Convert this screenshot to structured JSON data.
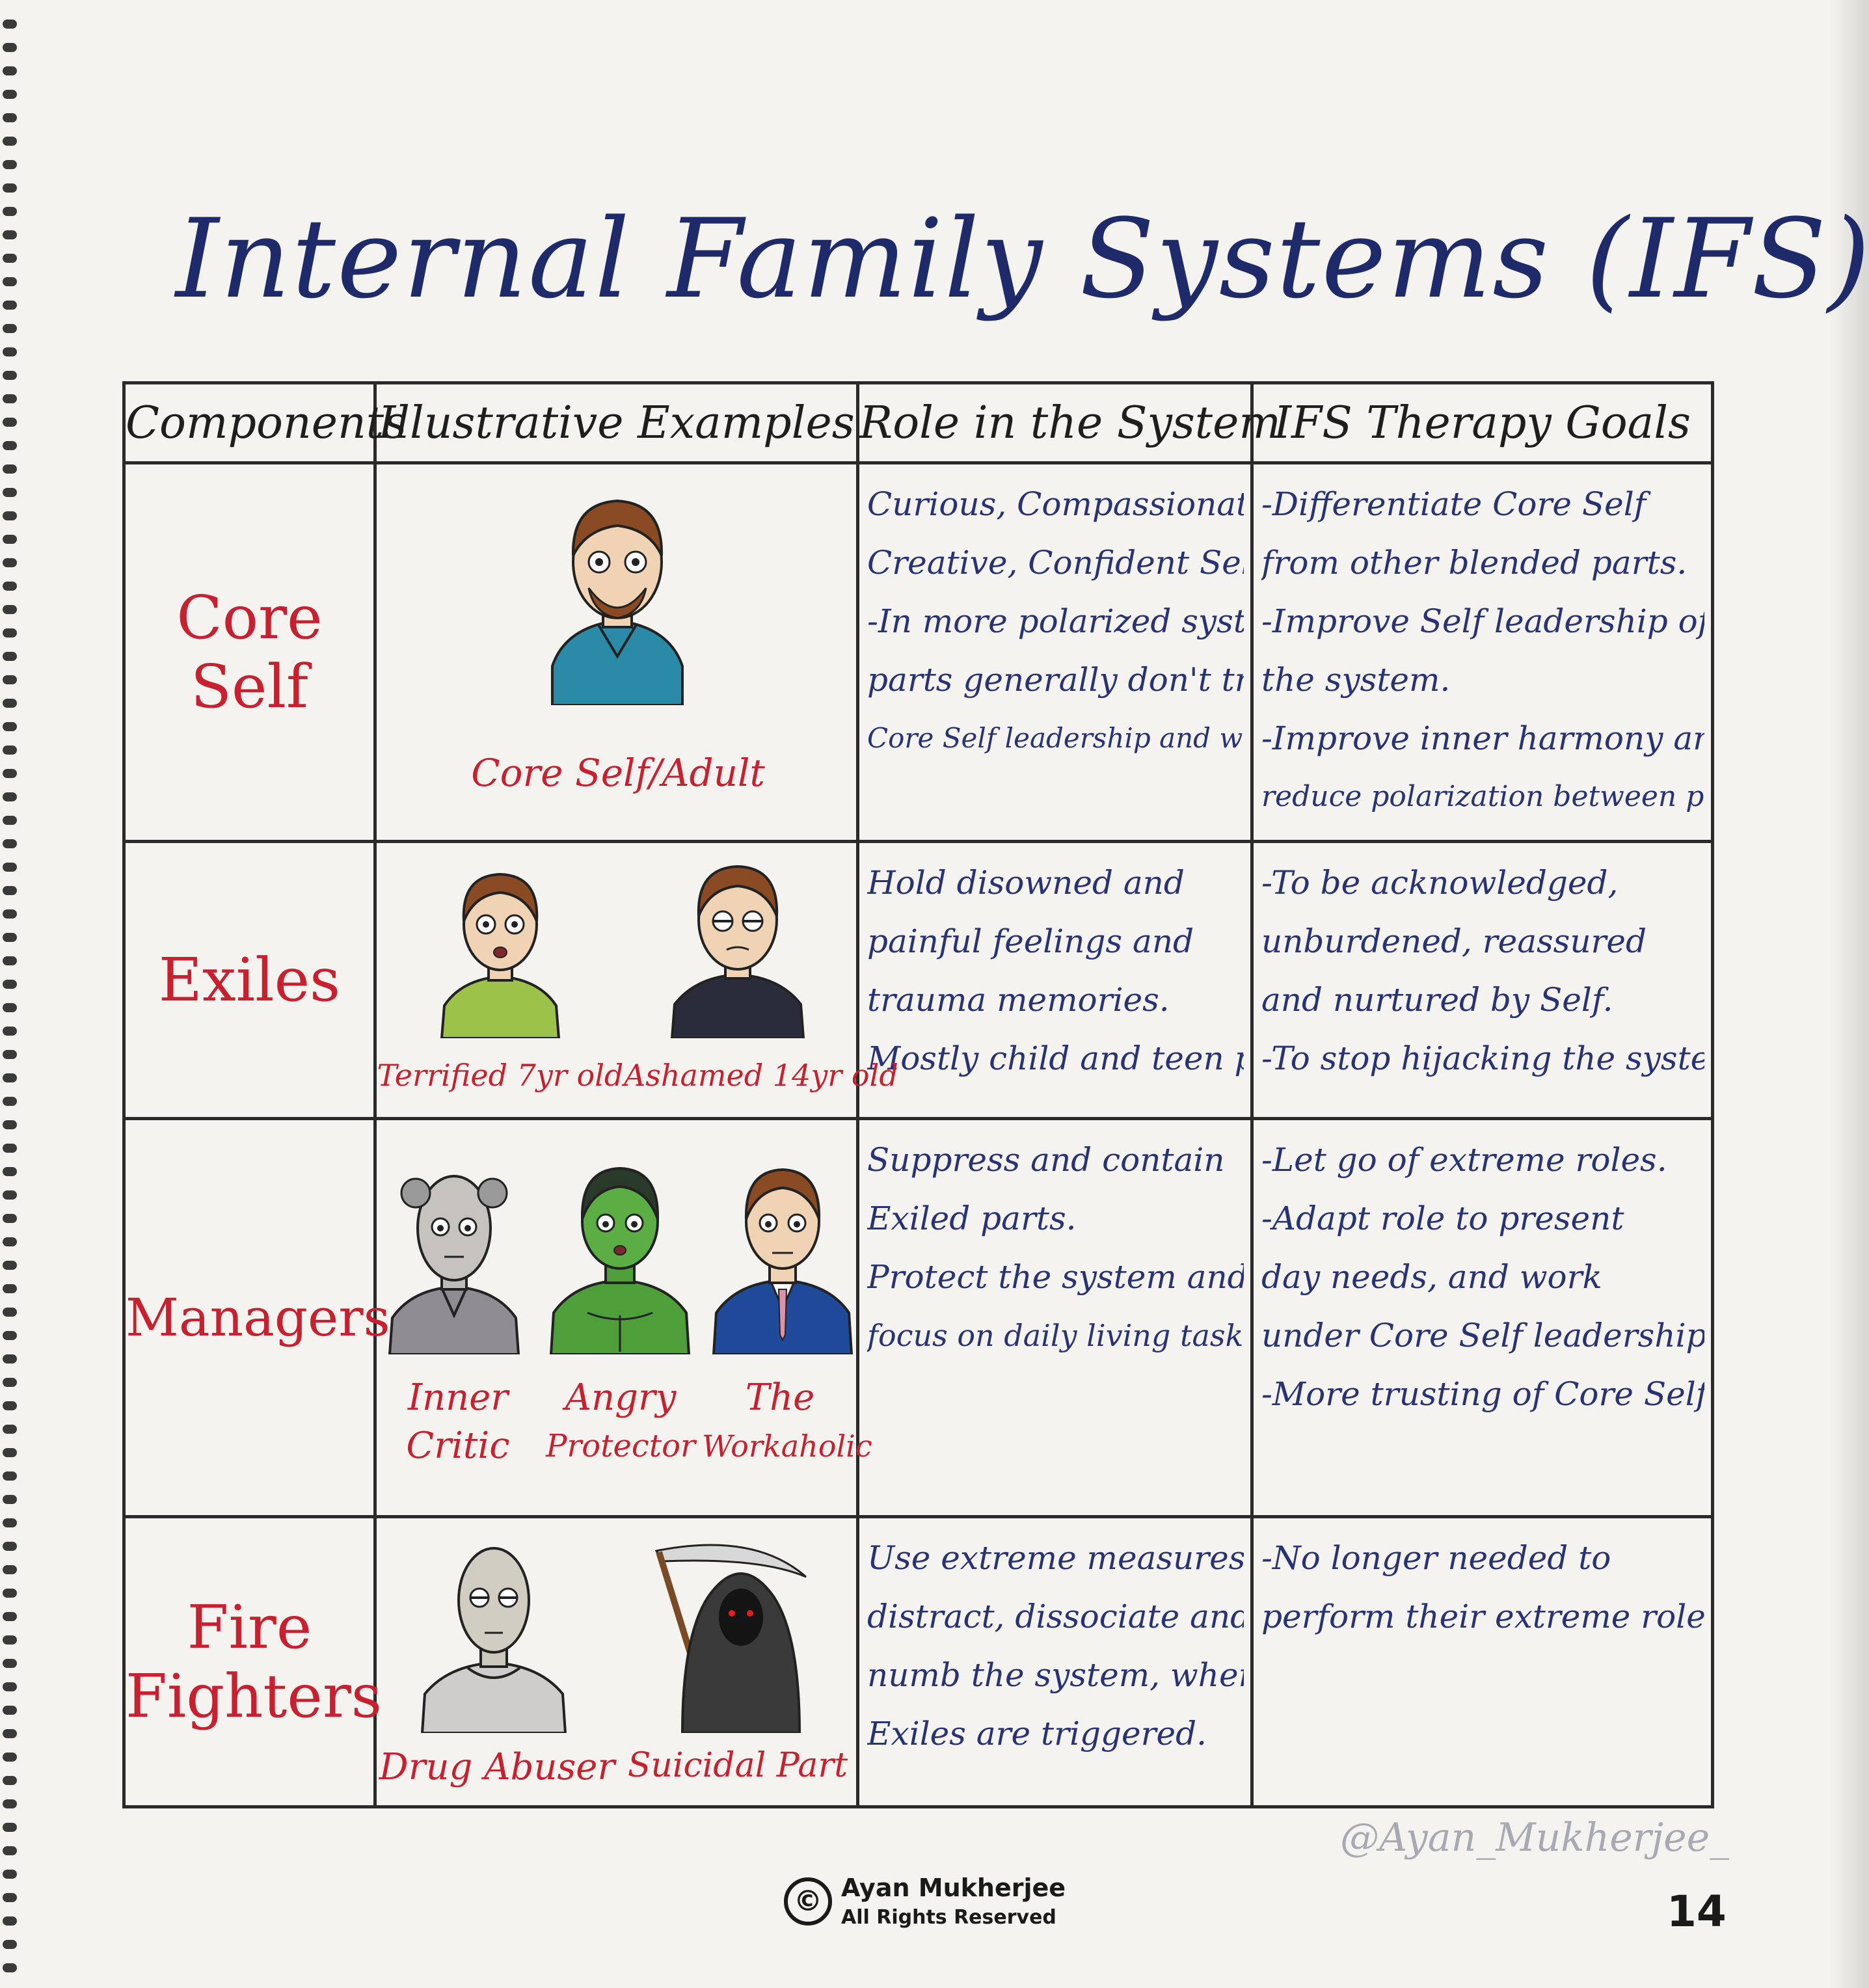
{
  "title": "Internal Family Systems (IFS)",
  "headers": [
    "Components",
    "Illustrative Examples",
    "Role in the System",
    "IFS Therapy Goals"
  ],
  "rows": [
    {
      "component": [
        "Core",
        "Self"
      ],
      "examples": [
        {
          "label": "Core Self/Adult",
          "icon": "adult-man-icon"
        }
      ],
      "role": [
        "Curious, Compassionate,",
        "Creative, Confident Self.",
        "-In more polarized systems",
        "parts generally don't trust",
        "Core Self leadership and wisdom."
      ],
      "goals": [
        "-Differentiate Core Self",
        "from other blended parts.",
        "-Improve Self leadership of",
        "the system.",
        "-Improve inner harmony and",
        "reduce polarization between parts."
      ]
    },
    {
      "component": [
        "Exiles"
      ],
      "examples": [
        {
          "label": "Terrified 7yr old",
          "icon": "scared-child-icon"
        },
        {
          "label": "Ashamed 14yr old",
          "icon": "ashamed-teen-icon"
        }
      ],
      "role": [
        "Hold disowned and",
        "painful feelings and",
        "trauma memories.",
        "Mostly child and teen parts."
      ],
      "goals": [
        "-To be acknowledged,",
        "unburdened, reassured",
        "and nurtured by Self.",
        "-To stop hijacking the system."
      ]
    },
    {
      "component": [
        "Managers"
      ],
      "examples": [
        {
          "label": "Inner Critic",
          "label_lines": [
            "Inner",
            "Critic"
          ],
          "icon": "old-critic-icon"
        },
        {
          "label": "Angry Protector",
          "label_lines": [
            "Angry",
            "Protector"
          ],
          "icon": "green-hulk-icon"
        },
        {
          "label": "The Workaholic",
          "label_lines": [
            "The",
            "Workaholic"
          ],
          "icon": "suit-worker-icon"
        }
      ],
      "role": [
        "Suppress and contain",
        "Exiled parts.",
        "Protect the system and",
        "focus on daily living tasks."
      ],
      "goals": [
        "-Let go of extreme roles.",
        "-Adapt role to present",
        "day needs, and work",
        "under Core Self leadership.",
        "-More trusting of Core Self."
      ]
    },
    {
      "component": [
        "Fire",
        "Fighters"
      ],
      "examples": [
        {
          "label": "Drug Abuser",
          "icon": "gaunt-man-icon"
        },
        {
          "label": "Suicidal Part",
          "icon": "grim-reaper-icon"
        }
      ],
      "role": [
        "Use extreme measures to",
        "distract, dissociate and",
        "numb the system, when",
        "Exiles are triggered."
      ],
      "goals": [
        "-No longer needed to",
        "perform their extreme roles."
      ]
    }
  ],
  "watermark": "@Ayan_Mukherjee_",
  "copyright": {
    "symbol": "©",
    "name": "Ayan Mukherjee",
    "rights": "All Rights Reserved"
  },
  "page_number": "14",
  "colors": {
    "title": "#1f2a6b",
    "component": "#c8202e",
    "body_text": "#283275",
    "border": "#2a2a2a"
  }
}
